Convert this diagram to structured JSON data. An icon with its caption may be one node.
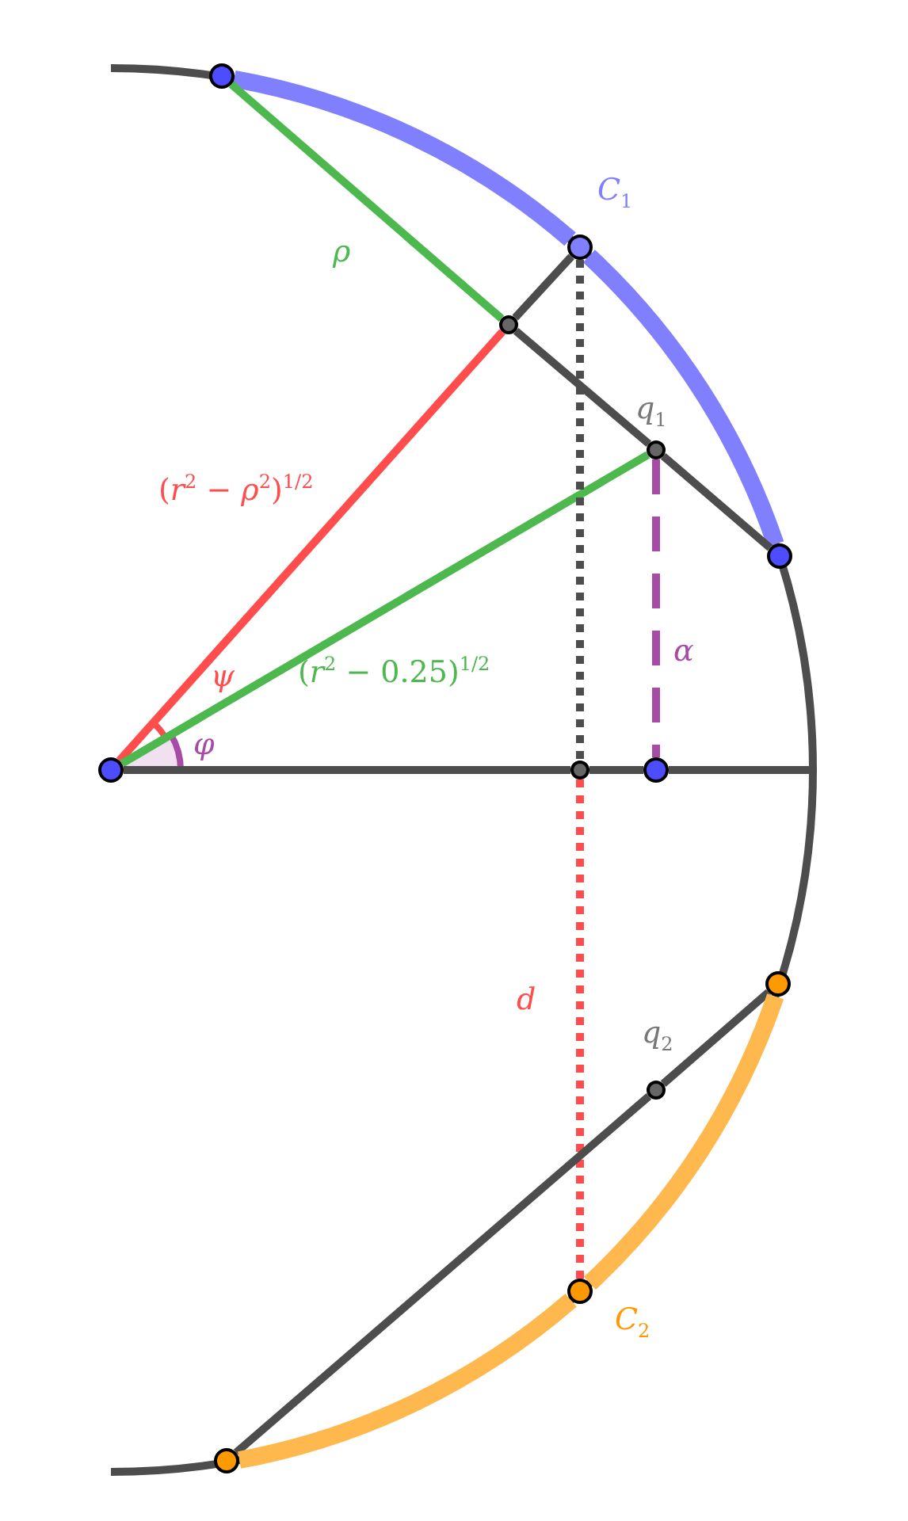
{
  "diagram": {
    "nodes": [
      {
        "text": [],
        "shape": "circle"
      },
      {
        "text": [],
        "shape": "circle"
      },
      {
        "text": [],
        "shape": "circle",
        "beside": [
          "*C*$_{1}$"
        ]
      },
      {
        "text": [],
        "shape": "circle"
      },
      {
        "text": [],
        "shape": "circle",
        "beside": [
          "*q*$_{1}$"
        ]
      },
      {
        "text": [],
        "shape": "circle"
      },
      {
        "text": [],
        "shape": "circle"
      },
      {
        "text": [],
        "shape": "circle"
      },
      {
        "text": [],
        "shape": "circle"
      },
      {
        "text": [],
        "shape": "circle",
        "beside": [
          "*q*$_{2}$"
        ]
      },
      {
        "text": [],
        "shape": "circle",
        "beside": [
          "*C*$_{2}$"
        ]
      },
      {
        "text": [],
        "shape": "circle"
      }
    ],
    "edges": [
      {
        "from": 1,
        "to": 2,
        "arrow": "none",
        "style": "thick",
        "color": "#8080ff"
      },
      {
        "from": 2,
        "to": 5,
        "arrow": "none",
        "style": "thick",
        "color": "#8080ff"
      },
      {
        "from": 1,
        "to": 3,
        "arrow": "none",
        "label": "*ρ*",
        "color": "#4db84d"
      },
      {
        "from": 3,
        "to": 2,
        "arrow": "none"
      },
      {
        "from": 3,
        "to": 4,
        "arrow": "none"
      },
      {
        "from": 4,
        "to": 5,
        "arrow": "none"
      },
      {
        "from": 0,
        "to": 3,
        "arrow": "none",
        "label": "(*r*$^{2}$ − *ρ*$^{2}$)$^{1/2}$",
        "color": "#ff4d4d"
      },
      {
        "from": 0,
        "to": 4,
        "arrow": "none",
        "label": "(*r*$^{2}$ − 0.25)$^{1/2}$",
        "color": "#4db84d"
      },
      {
        "from": 2,
        "to": 6,
        "arrow": "none",
        "style": "dashed"
      },
      {
        "from": 6,
        "to": 10,
        "arrow": "none",
        "label": "*d*",
        "style": "dashed",
        "color": "#ff4d4d"
      },
      {
        "from": 4,
        "to": 7,
        "arrow": "none",
        "label": "*α*",
        "style": "dashed",
        "color": "#a64ca6"
      },
      {
        "from": 0,
        "to": 6,
        "arrow": "none"
      },
      {
        "from": 6,
        "to": 7,
        "arrow": "none"
      },
      {
        "from": 7,
        "to": null,
        "arrow": "none"
      },
      {
        "from": 11,
        "to": 9,
        "arrow": "none"
      },
      {
        "from": 9,
        "to": 8,
        "arrow": "none"
      },
      {
        "from": 8,
        "to": 10,
        "arrow": "none",
        "style": "thick",
        "color": "#ffb84d"
      },
      {
        "from": 10,
        "to": 11,
        "arrow": "none",
        "style": "thick",
        "color": "#ffb84d"
      }
    ],
    "labels": [
      "*ψ*",
      "*φ*"
    ]
  }
}
